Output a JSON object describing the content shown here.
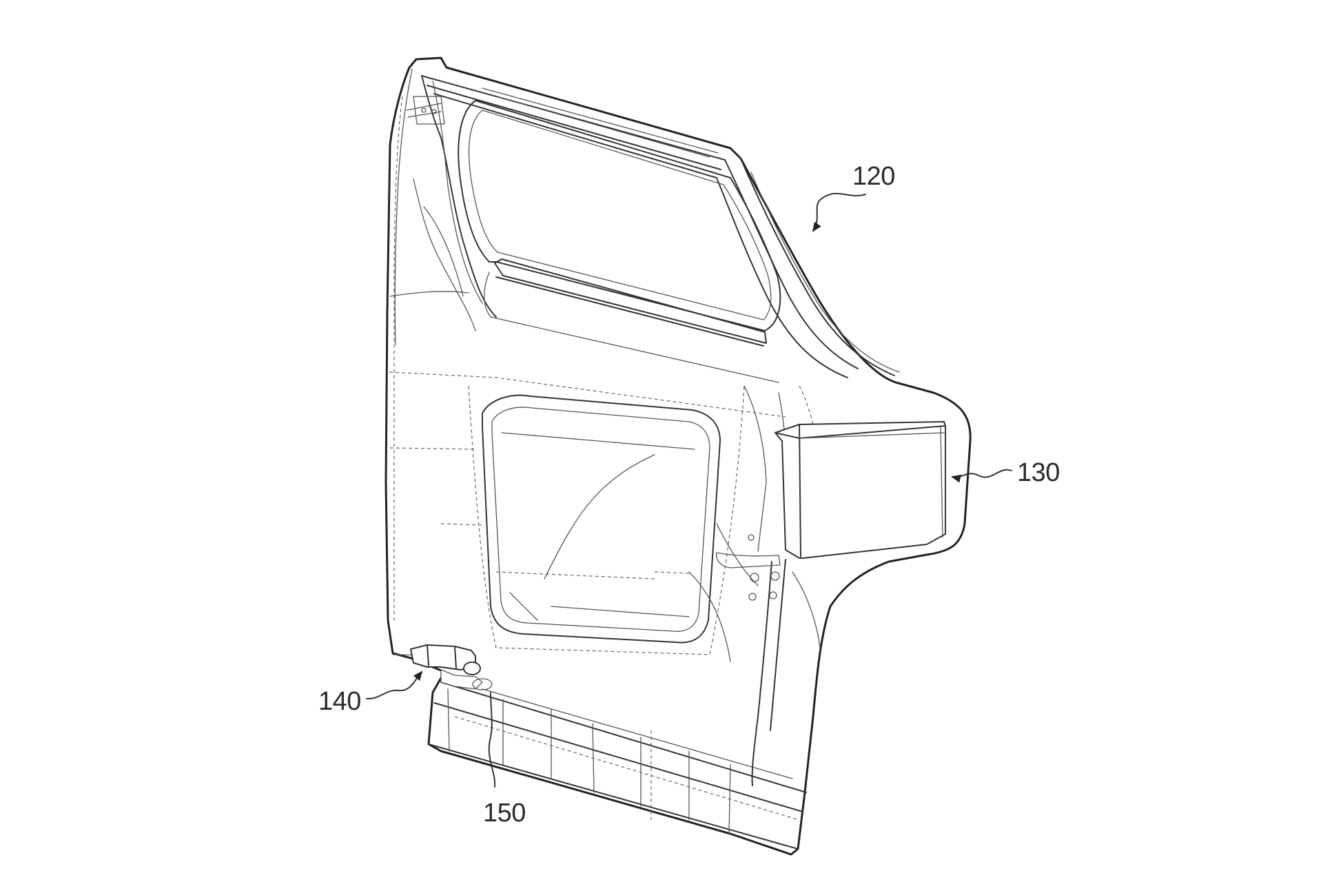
{
  "figure": {
    "labels": {
      "l120": "120",
      "l130": "130",
      "l140": "140",
      "l150": "150"
    }
  },
  "colors": {
    "ink": "#222222",
    "background": "#ffffff"
  }
}
